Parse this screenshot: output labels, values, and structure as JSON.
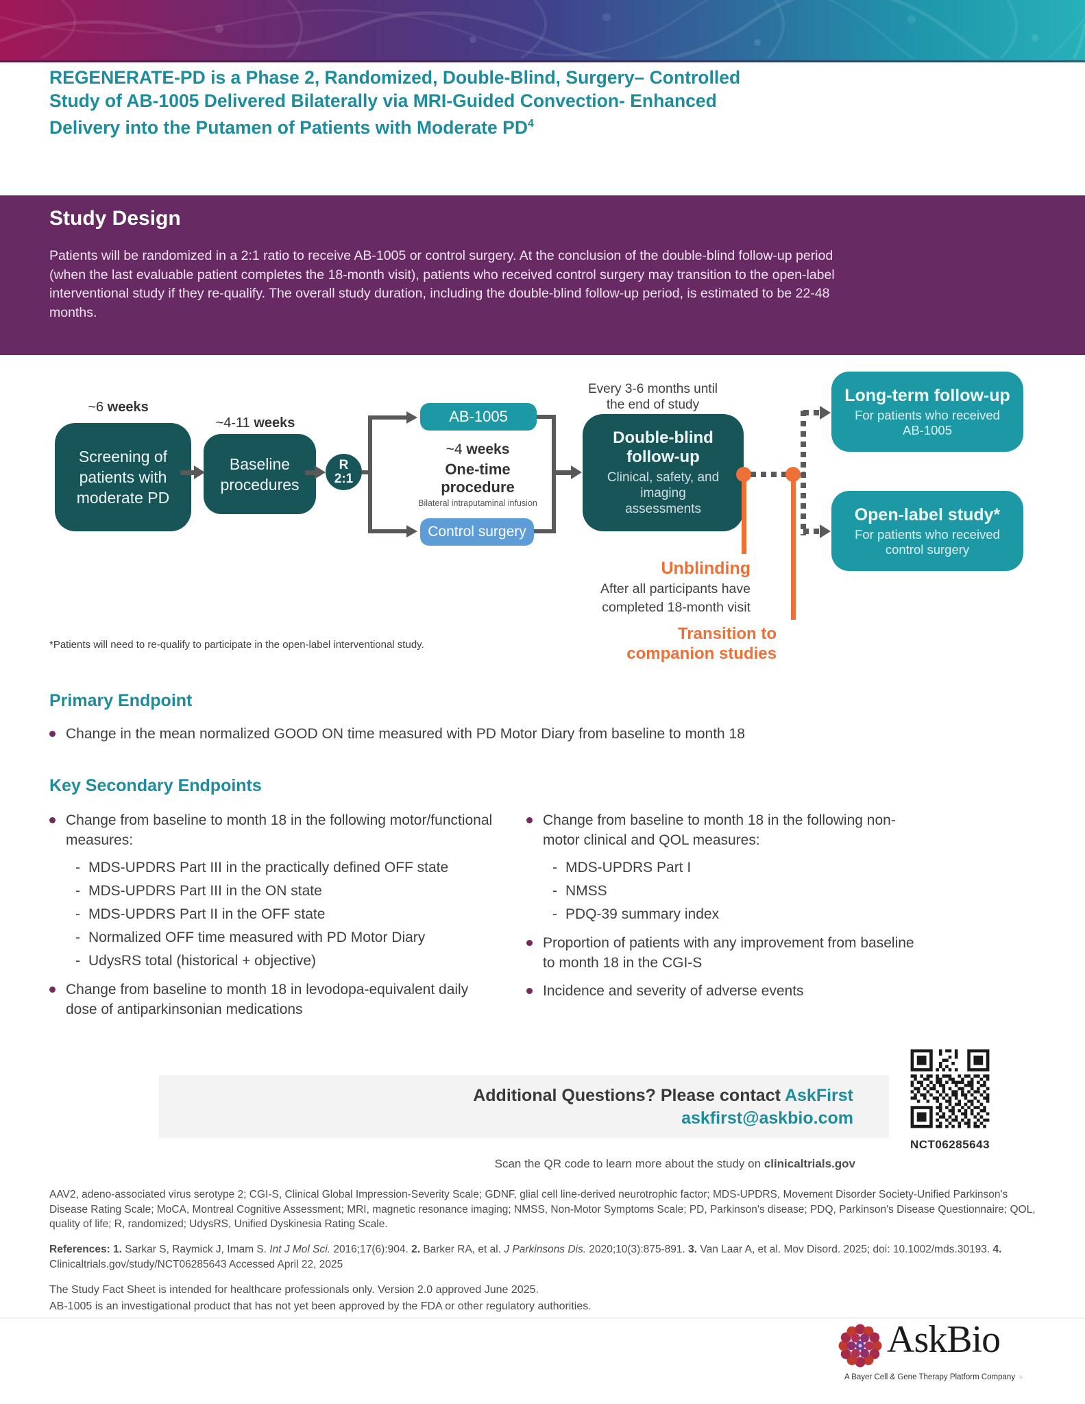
{
  "colors": {
    "teal": "#1d8c9c",
    "purple": "#682a63",
    "dark_teal": "#175559",
    "mid_teal": "#1d99a5",
    "blue": "#5e9cd8",
    "orange": "#ee7036"
  },
  "title": {
    "text": "REGENERATE-PD is a Phase 2, Randomized, Double-Blind, Surgery– Controlled Study of AB-1005 Delivered Bilaterally via MRI-Guided Convection- Enhanced Delivery into the Putamen of Patients with Moderate PD",
    "sup": "4"
  },
  "study_design": {
    "heading": "Study Design",
    "body": "Patients will be randomized in a 2:1 ratio to receive AB-1005 or control surgery. At the conclusion of the double-blind follow-up period (when the last evaluable patient completes the 18-month visit), patients who received control surgery may transition to the open-label interventional study if they re-qualify. The overall study duration, including the double-blind follow-up period, is estimated to be 22-48 months."
  },
  "diagram": {
    "screening": {
      "duration_prefix": "~6 ",
      "duration_bold": "weeks",
      "label": "Screening of patients with moderate PD"
    },
    "baseline": {
      "duration_prefix": "~4-11 ",
      "duration_bold": "weeks",
      "label": "Baseline procedures"
    },
    "randomization": {
      "line1": "R",
      "line2": "2:1"
    },
    "arm_ab1005": "AB-1005",
    "arm_control": "Control surgery",
    "procedure": {
      "duration_prefix": "~4 ",
      "duration_bold": "weeks",
      "title": "One-time procedure",
      "subtitle": "Bilateral intraputaminal infusion"
    },
    "followup": {
      "note": "Every 3-6 months until the end of study",
      "title": "Double-blind follow-up",
      "subtitle": "Clinical, safety, and imaging assessments"
    },
    "longterm": {
      "title": "Long-term follow-up",
      "subtitle": "For patients who received AB-1005"
    },
    "openlabel": {
      "title": "Open-label study*",
      "subtitle": "For patients who received control surgery"
    },
    "unblinding": {
      "title": "Unblinding",
      "subtitle": "After all participants have completed 18-month visit"
    },
    "transition": "Transition to companion studies",
    "footnote": "*Patients will need to re-qualify to participate in the open-label interventional study."
  },
  "primary_endpoint": {
    "heading": "Primary Endpoint",
    "items": [
      {
        "text": "Change in the mean normalized GOOD ON time measured with PD Motor Diary from baseline to month 18"
      }
    ]
  },
  "secondary_endpoints": {
    "heading": "Key Secondary Endpoints",
    "left": [
      {
        "text": "Change from baseline to month 18 in the following motor/functional measures:",
        "sub": [
          "MDS-UPDRS Part III in the practically defined OFF state",
          "MDS-UPDRS Part III in the ON state",
          "MDS-UPDRS Part II in the OFF state",
          "Normalized OFF time measured with PD Motor Diary",
          "UdysRS total (historical + objective)"
        ]
      },
      {
        "text": "Change from baseline to month 18 in levodopa-equivalent daily dose of antiparkinsonian medications",
        "sub": []
      }
    ],
    "right": [
      {
        "text": "Change from baseline to month 18 in the following non-motor clinical and QOL measures:",
        "sub": [
          "MDS-UPDRS Part I",
          "NMSS",
          "PDQ-39 summary index"
        ]
      },
      {
        "text": "Proportion of patients with any improvement from baseline to month 18 in the CGI-S",
        "sub": []
      },
      {
        "text": "Incidence and severity of adverse events",
        "sub": []
      }
    ]
  },
  "contact": {
    "question_prefix": "Additional Questions? Please contact ",
    "contact_name": "AskFirst",
    "email": "askfirst@askbio.com",
    "scan_prefix": "Scan the QR code to learn more about the study on ",
    "scan_bold": "clinicaltrials.gov",
    "nct": "NCT06285643"
  },
  "footer": {
    "abbreviations": "AAV2, adeno-associated virus serotype 2; CGI-S, Clinical Global Impression-Severity Scale; GDNF, glial cell line-derived neurotrophic factor; MDS-UPDRS, Movement Disorder Society-Unified Parkinson's Disease Rating Scale; MoCA, Montreal Cognitive Assessment; MRI, magnetic resonance imaging; NMSS, Non-Motor Symptoms Scale; PD, Parkinson's disease; PDQ, Parkinson's Disease Questionnaire; QOL, quality of life; R, randomized; UdysRS, Unified Dyskinesia Rating Scale.",
    "references": {
      "label": "References: ",
      "r1n": "1. ",
      "r1a": "Sarkar S, Raymick J, Imam S. ",
      "r1j": "Int J Mol Sci.",
      "r1r": " 2016;17(6):904. ",
      "r2n": "2. ",
      "r2a": "Barker RA, et al. ",
      "r2j": "J Parkinsons Dis.",
      "r2r": " 2020;10(3):875-891. ",
      "r3n": "3. ",
      "r3r": "Van Laar A, et al. Mov Disord. 2025; doi: 10.1002/mds.30193. ",
      "r4n": "4. ",
      "r4r": "Clinicaltrials.gov/study/NCT06285643 Accessed April 22, 2025"
    },
    "disclaimer1": "The Study Fact Sheet is intended for healthcare professionals only. Version 2.0 approved June 2025.",
    "disclaimer2": "AB-1005 is an investigational product that has not yet been approved by the FDA or other regulatory authorities.",
    "logo": {
      "name": "AskBio",
      "tagline": "A Bayer Cell & Gene Therapy Platform Company",
      "bayer": "BAYER"
    }
  }
}
